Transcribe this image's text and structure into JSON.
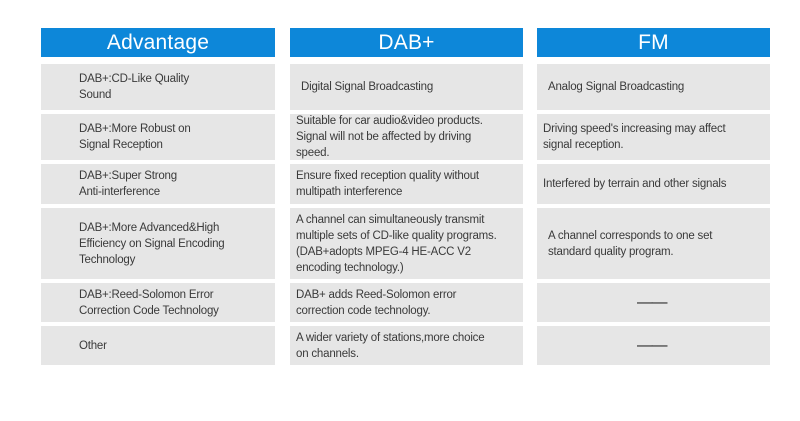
{
  "colors": {
    "header_bg": "#0d87d9",
    "header_text": "#ffffff",
    "cell_bg": "#e6e6e6",
    "cell_text": "#3a3a3a",
    "page_bg": "#ffffff"
  },
  "chart_data": {
    "type": "table",
    "title": "DAB+ vs FM comparison table",
    "columns": [
      "Advantage",
      "DAB+",
      "FM"
    ],
    "rows": [
      [
        "DAB+:CD-Like Quality\nSound",
        "Digital Signal Broadcasting",
        "Analog Signal Broadcasting"
      ],
      [
        "DAB+:More Robust on\nSignal Reception",
        "Suitable for car audio&video products.\nSignal will not be affected by driving\nspeed.",
        "Driving speed's increasing may affect\nsignal reception."
      ],
      [
        "DAB+:Super Strong\nAnti-interference",
        "Ensure fixed reception quality without\nmultipath interference",
        "Interfered by terrain and other signals"
      ],
      [
        "DAB+:More Advanced&High\nEfficiency on Signal Encoding\nTechnology",
        "A channel can simultaneously transmit\nmultiple sets of CD-like quality programs.\n(DAB+adopts MPEG-4 HE-ACC V2\nencoding technology.)",
        "A channel corresponds to one set\nstandard quality program."
      ],
      [
        "DAB+:Reed-Solomon Error\nCorrection Code Technology",
        "DAB+ adds Reed-Solomon error\ncorrection code technology.",
        "——"
      ],
      [
        "Other",
        "A wider variety of stations,more choice\non channels.",
        "——"
      ]
    ]
  }
}
